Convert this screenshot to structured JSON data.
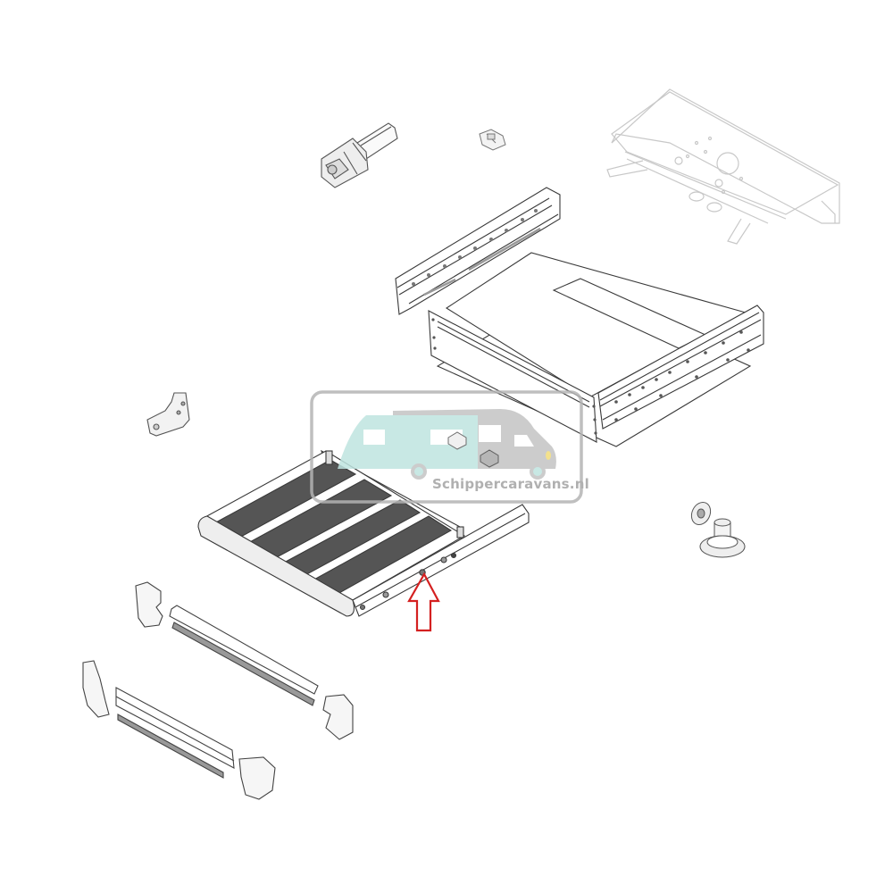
{
  "diagram": {
    "type": "exploded-parts-view",
    "subject": "electric step assembly",
    "background": "#ffffff",
    "line_color": "#3a3a3a",
    "faded_line_color": "#c8c8c8",
    "parts": [
      {
        "id": "motor-gearbox",
        "label": "motor with gearbox"
      },
      {
        "id": "small-bracket-top",
        "label": "small mounting bracket"
      },
      {
        "id": "mounting-plate",
        "label": "mounting plate (faded)"
      },
      {
        "id": "step-housing",
        "label": "step housing with slide rails"
      },
      {
        "id": "side-bracket",
        "label": "side bracket"
      },
      {
        "id": "step-tread",
        "label": "step tread / platform"
      },
      {
        "id": "gear-set",
        "label": "bevel gears"
      },
      {
        "id": "front-profile-upper",
        "label": "upper front profile with end caps"
      },
      {
        "id": "front-profile-lower",
        "label": "lower front profile with end caps"
      }
    ],
    "highlight": {
      "type": "arrow-up",
      "color": "#d42020",
      "target": "hole on step tread side profile"
    }
  },
  "watermark": {
    "text": "Schippercaravans.nl",
    "frame_color": "#b4b4b4",
    "caravan_color": "#bfe4e0",
    "camper_color": "#c4c4c4",
    "text_color": "#b0b0b0",
    "headlight_color": "#f2dc7a"
  }
}
